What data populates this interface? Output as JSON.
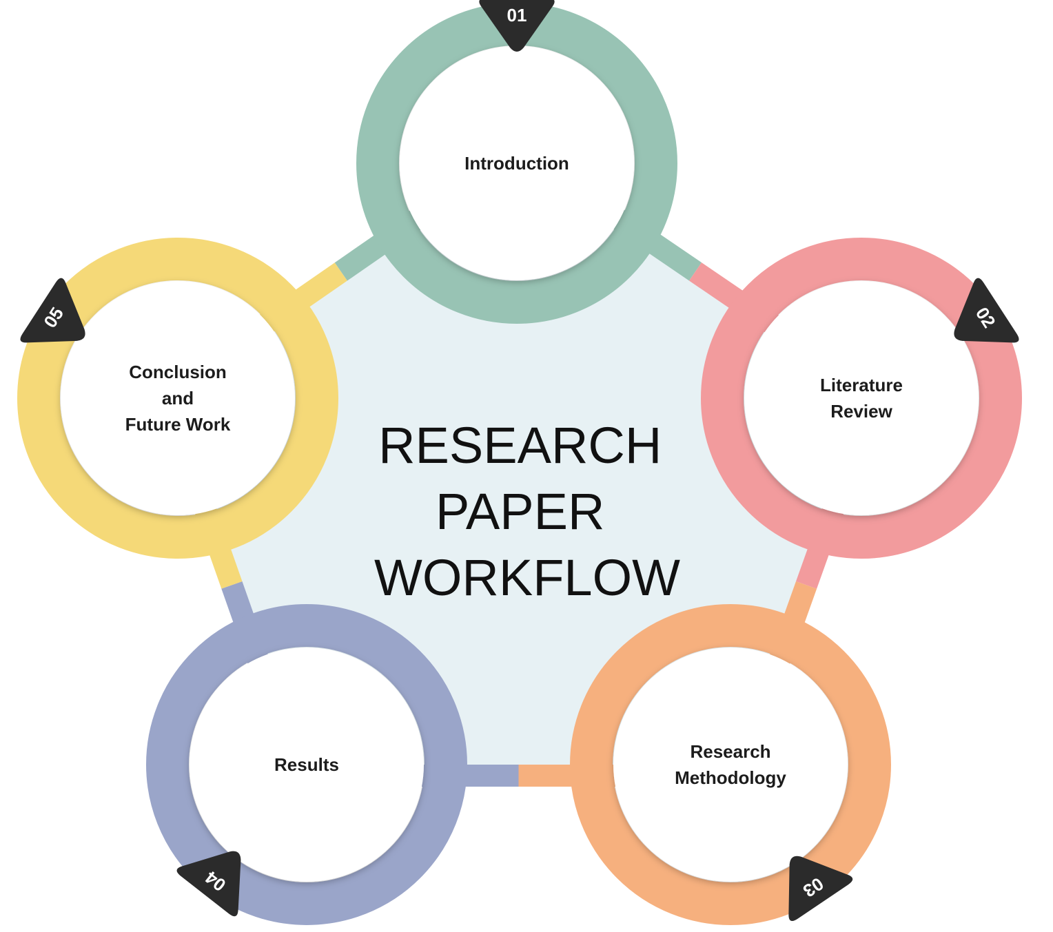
{
  "title_lines": [
    "RESEARCH",
    "PAPER",
    "WORKFLOW"
  ],
  "stages": [
    {
      "number": "01",
      "label_lines": [
        "Introduction"
      ],
      "color": "#98c3b4"
    },
    {
      "number": "02",
      "label_lines": [
        "Literature",
        "Review"
      ],
      "color": "#f29b9d"
    },
    {
      "number": "03",
      "label_lines": [
        "Research",
        "Methodology"
      ],
      "color": "#f6b07e"
    },
    {
      "number": "04",
      "label_lines": [
        "Results"
      ],
      "color": "#9aa5c9"
    },
    {
      "number": "05",
      "label_lines": [
        "Conclusion",
        "and",
        "Future Work"
      ],
      "color": "#f5d978"
    }
  ],
  "colors": {
    "pentagon_fill": "#e7f1f4",
    "node_fill": "#ffffff",
    "badge_fill": "#2b2b2b",
    "text": "#1c1c1c"
  }
}
